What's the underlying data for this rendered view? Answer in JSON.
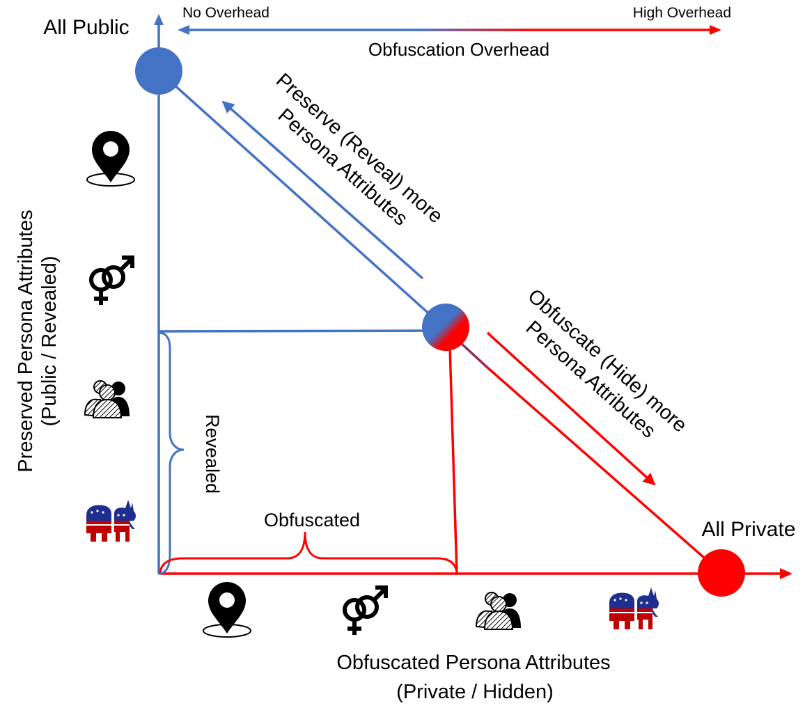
{
  "labels": {
    "all_public": "All Public",
    "all_private": "All Private",
    "no_overhead": "No Overhead",
    "high_overhead": "High Overhead",
    "overhead_axis": "Obfuscation Overhead",
    "preserve_line1": "Preserve (Reveal) more",
    "preserve_line2": "Persona Attributes",
    "obfuscate_line1": "Obfuscate (Hide) more",
    "obfuscate_line2": "Persona Attributes",
    "y_axis_line1": "Preserved Persona Attributes",
    "y_axis_line2": "(Public / Revealed)",
    "x_axis_line1": "Obfuscated Persona Attributes",
    "x_axis_line2": "(Private / Hidden)",
    "revealed": "Revealed",
    "obfuscated": "Obfuscated"
  },
  "colors": {
    "blue": "#4472c4",
    "red": "#ff0000",
    "black": "#000000",
    "navy": "#1f2f8f",
    "dark_red": "#c00000"
  },
  "attribute_icons": [
    "location-pin-icon",
    "gender-icon",
    "group-people-icon",
    "political-party-icon"
  ]
}
